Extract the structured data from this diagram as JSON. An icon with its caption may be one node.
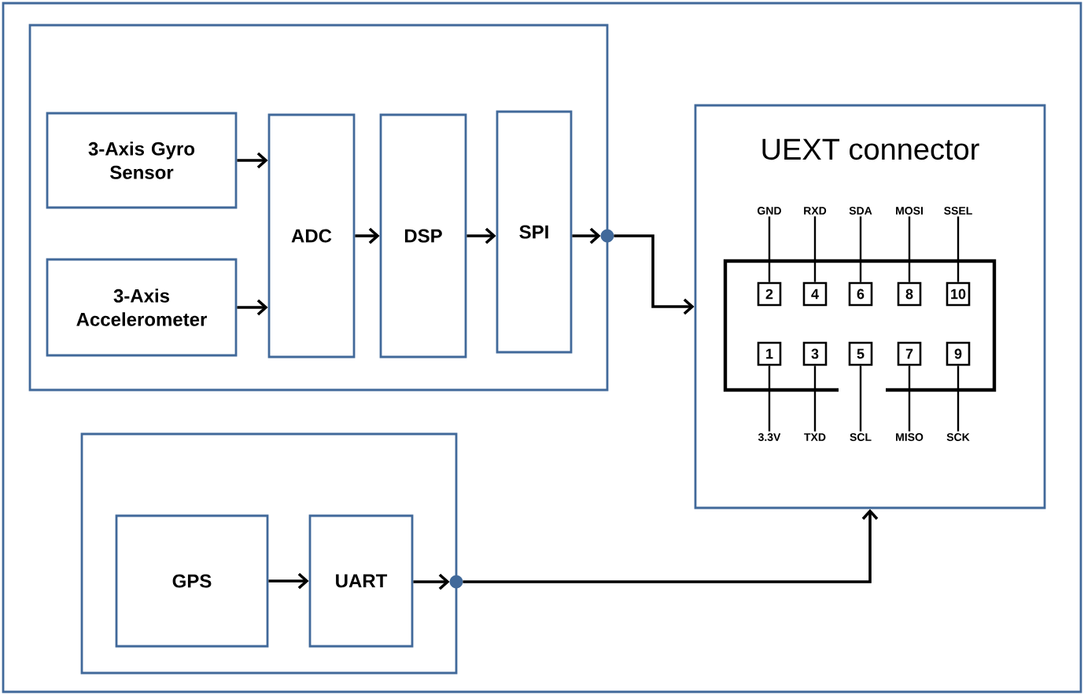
{
  "diagram": {
    "nodes": [
      {
        "text": [],
        "shape": "box"
      },
      {
        "text": [
          "3-Axis Gyro Sensor"
        ],
        "in": 0
      },
      {
        "text": [
          "3-Axis Accelerometer"
        ],
        "in": 0
      },
      {
        "text": [
          "ADC"
        ],
        "in": 0
      },
      {
        "text": [
          "DSP"
        ],
        "in": 0
      },
      {
        "text": [
          "SPI"
        ],
        "in": 0
      },
      {
        "text": [],
        "shape": "circle"
      },
      {
        "text": [
          "UEXT connector"
        ]
      },
      {
        "text": [],
        "shape": "box"
      },
      {
        "text": [
          "GPS"
        ],
        "in": 8
      },
      {
        "text": [
          "UART"
        ],
        "in": 8
      },
      {
        "text": [],
        "shape": "circle"
      },
      {
        "text": [
          "GND"
        ],
        "in": 7
      },
      {
        "text": [
          "RXD"
        ],
        "in": 7
      },
      {
        "text": [
          "SDA"
        ],
        "in": 7
      },
      {
        "text": [
          "MOSI"
        ],
        "in": 7
      },
      {
        "text": [
          "SSEL"
        ],
        "in": 7
      },
      {
        "text": [
          "2"
        ],
        "in": 7
      },
      {
        "text": [
          "4"
        ],
        "in": 7
      },
      {
        "text": [
          "6"
        ],
        "in": 7
      },
      {
        "text": [
          "8"
        ],
        "in": 7
      },
      {
        "text": [
          "10"
        ],
        "in": 7
      },
      {
        "text": [
          "1"
        ],
        "in": 7
      },
      {
        "text": [
          "3"
        ],
        "in": 7
      },
      {
        "text": [
          "5"
        ],
        "in": 7
      },
      {
        "text": [
          "7"
        ],
        "in": 7
      },
      {
        "text": [
          "9"
        ],
        "in": 7
      },
      {
        "text": [
          "3.3V"
        ],
        "in": 7
      },
      {
        "text": [
          "TXD"
        ],
        "in": 7
      },
      {
        "text": [
          "SCL"
        ],
        "in": 7
      },
      {
        "text": [
          "MISO"
        ],
        "in": 7
      },
      {
        "text": [
          "SCK"
        ],
        "in": 7
      }
    ],
    "edges": [
      {
        "from": 1,
        "to": 3,
        "arrow": "to"
      },
      {
        "from": 2,
        "to": 3,
        "arrow": "to"
      },
      {
        "from": 3,
        "to": 4,
        "arrow": "to"
      },
      {
        "from": 4,
        "to": 5,
        "arrow": "to"
      },
      {
        "from": 5,
        "to": 6,
        "arrow": "to"
      },
      {
        "from": 6,
        "to": 7,
        "arrow": "to"
      },
      {
        "from": 9,
        "to": 10,
        "arrow": "to"
      },
      {
        "from": 10,
        "to": 11,
        "arrow": "to"
      },
      {
        "from": 11,
        "to": 7,
        "arrow": "to"
      },
      {
        "from": 12,
        "to": 17,
        "arrow": "none"
      },
      {
        "from": 13,
        "to": 18,
        "arrow": "none"
      },
      {
        "from": 14,
        "to": 19,
        "arrow": "none"
      },
      {
        "from": 15,
        "to": 20,
        "arrow": "none"
      },
      {
        "from": 16,
        "to": 21,
        "arrow": "none"
      },
      {
        "from": 27,
        "to": 22,
        "arrow": "none"
      },
      {
        "from": 28,
        "to": 23,
        "arrow": "none"
      },
      {
        "from": 29,
        "to": 24,
        "arrow": "none"
      },
      {
        "from": 30,
        "to": 25,
        "arrow": "none"
      },
      {
        "from": 31,
        "to": 26,
        "arrow": "none"
      }
    ]
  }
}
